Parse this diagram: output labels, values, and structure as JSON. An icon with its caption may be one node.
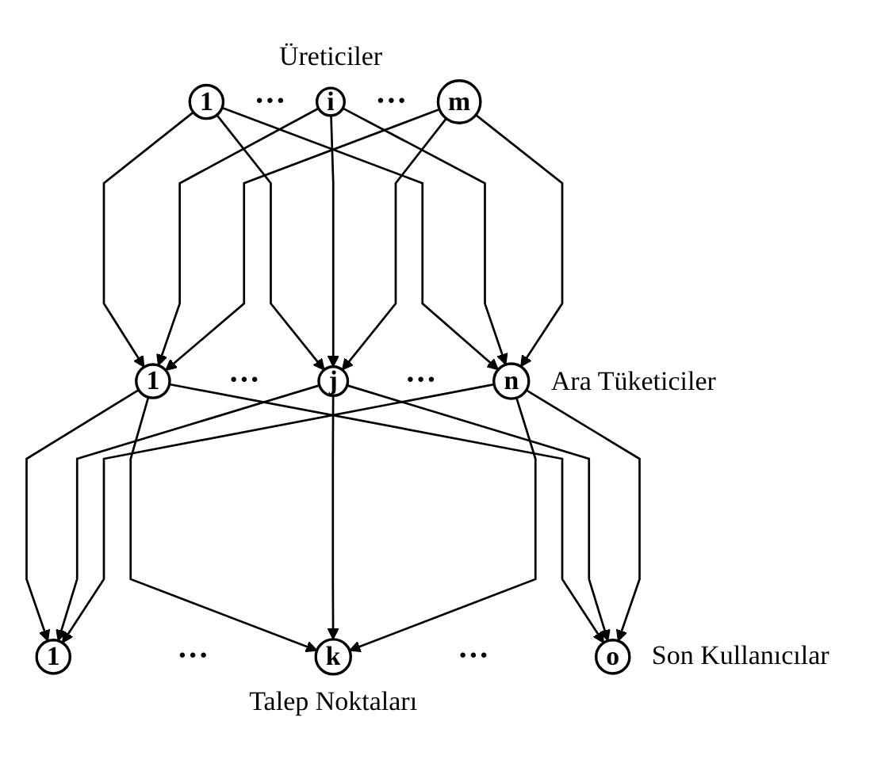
{
  "diagram": {
    "nodes": [
      {
        "text": [
          "1"
        ]
      },
      {
        "text": [
          "i"
        ]
      },
      {
        "text": [
          "m"
        ]
      },
      {
        "text": [
          "1"
        ]
      },
      {
        "text": [
          "j"
        ]
      },
      {
        "text": [
          "n"
        ]
      },
      {
        "text": [
          "1"
        ]
      },
      {
        "text": [
          "k"
        ]
      },
      {
        "text": [
          "o"
        ]
      }
    ],
    "edges": [
      {
        "from": 0,
        "to": 3,
        "arrow": "to"
      },
      {
        "from": 0,
        "to": 4,
        "arrow": "to"
      },
      {
        "from": 0,
        "to": 5,
        "arrow": "to"
      },
      {
        "from": 1,
        "to": 3,
        "arrow": "to"
      },
      {
        "from": 1,
        "to": 4,
        "arrow": "to"
      },
      {
        "from": 1,
        "to": 5,
        "arrow": "to"
      },
      {
        "from": 2,
        "to": 3,
        "arrow": "to"
      },
      {
        "from": 2,
        "to": 4,
        "arrow": "to"
      },
      {
        "from": 2,
        "to": 5,
        "arrow": "to"
      },
      {
        "from": 3,
        "to": 6,
        "arrow": "to"
      },
      {
        "from": 3,
        "to": 7,
        "arrow": "to"
      },
      {
        "from": 3,
        "to": 8,
        "arrow": "to"
      },
      {
        "from": 4,
        "to": 6,
        "arrow": "to"
      },
      {
        "from": 4,
        "to": 7,
        "arrow": "to"
      },
      {
        "from": 4,
        "to": 8,
        "arrow": "to"
      },
      {
        "from": 5,
        "to": 6,
        "arrow": "to"
      },
      {
        "from": 5,
        "to": 7,
        "arrow": "to"
      },
      {
        "from": 5,
        "to": 8,
        "arrow": "to"
      }
    ],
    "labels": [
      "Üreticiler",
      "···",
      "···",
      "···",
      "···",
      "Ara Tüketiciler",
      "···",
      "···",
      "Son Kullanıcılar",
      "Talep Noktaları"
    ]
  }
}
